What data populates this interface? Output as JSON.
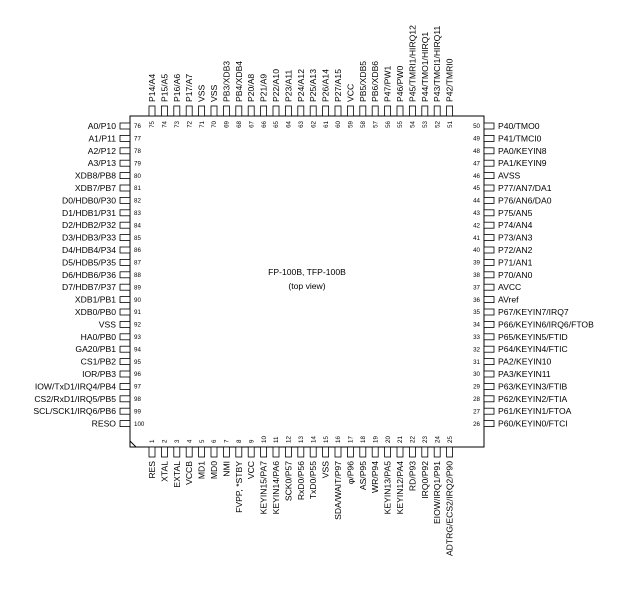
{
  "package": {
    "name": "FP-100B, TFP-100B",
    "view": "(top view)"
  },
  "pins_left": [
    {
      "num": "76",
      "label": "A0/P10"
    },
    {
      "num": "77",
      "label": "A1/P11"
    },
    {
      "num": "78",
      "label": "A2/P12"
    },
    {
      "num": "79",
      "label": "A3/P13"
    },
    {
      "num": "80",
      "label": "XDB8/PB8"
    },
    {
      "num": "81",
      "label": "XDB7/PB7"
    },
    {
      "num": "82",
      "label": "D0/HDB0/P30"
    },
    {
      "num": "83",
      "label": "D1/HDB1/P31"
    },
    {
      "num": "84",
      "label": "D2/HDB2/P32"
    },
    {
      "num": "85",
      "label": "D3/HDB3/P33"
    },
    {
      "num": "86",
      "label": "D4/HDB4/P34"
    },
    {
      "num": "87",
      "label": "D5/HDB5/P35"
    },
    {
      "num": "88",
      "label": "D6/HDB6/P36"
    },
    {
      "num": "89",
      "label": "D7/HDB7/P37"
    },
    {
      "num": "90",
      "label": "XDB1/PB1"
    },
    {
      "num": "91",
      "label": "XDB0/PB0"
    },
    {
      "num": "92",
      "label": "VSS"
    },
    {
      "num": "93",
      "label": "HA0/PB0"
    },
    {
      "num": "94",
      "label": "GA20/PB1"
    },
    {
      "num": "95",
      "label": "CS1/PB2"
    },
    {
      "num": "96",
      "label": "IOR/PB3"
    },
    {
      "num": "97",
      "label": "IOW/TxD1/IRQ4/PB4"
    },
    {
      "num": "98",
      "label": "CS2/RxD1/IRQ5/PB5"
    },
    {
      "num": "99",
      "label": "SCL/SCK1/IRQ6/PB6"
    },
    {
      "num": "100",
      "label": "RESO"
    }
  ],
  "pins_right": [
    {
      "num": "50",
      "label": "P40/TMO0"
    },
    {
      "num": "49",
      "label": "P41/TMCI0"
    },
    {
      "num": "48",
      "label": "PA0/KEYIN8"
    },
    {
      "num": "47",
      "label": "PA1/KEYIN9"
    },
    {
      "num": "46",
      "label": "AVSS"
    },
    {
      "num": "45",
      "label": "P77/AN7/DA1"
    },
    {
      "num": "44",
      "label": "P76/AN6/DA0"
    },
    {
      "num": "43",
      "label": "P75/AN5"
    },
    {
      "num": "42",
      "label": "P74/AN4"
    },
    {
      "num": "41",
      "label": "P73/AN3"
    },
    {
      "num": "40",
      "label": "P72/AN2"
    },
    {
      "num": "39",
      "label": "P71/AN1"
    },
    {
      "num": "38",
      "label": "P70/AN0"
    },
    {
      "num": "37",
      "label": "AVCC"
    },
    {
      "num": "36",
      "label": "AVref"
    },
    {
      "num": "35",
      "label": "P67/KEYIN7/IRQ7"
    },
    {
      "num": "34",
      "label": "P66/KEYIN6/IRQ6/FTOB"
    },
    {
      "num": "33",
      "label": "P65/KEYIN5/FTID"
    },
    {
      "num": "32",
      "label": "P64/KEYIN4/FTIC"
    },
    {
      "num": "31",
      "label": "PA2/KEYIN10"
    },
    {
      "num": "30",
      "label": "PA3/KEYIN11"
    },
    {
      "num": "29",
      "label": "P63/KEYIN3/FTIB"
    },
    {
      "num": "28",
      "label": "P62/KEYIN2/FTIA"
    },
    {
      "num": "27",
      "label": "P61/KEYIN1/FTOA"
    },
    {
      "num": "26",
      "label": "P60/KEYIN0/FTCI"
    }
  ],
  "pins_top": [
    {
      "num": "75",
      "label": "P14/A4"
    },
    {
      "num": "74",
      "label": "P15/A5"
    },
    {
      "num": "73",
      "label": "P16/A6"
    },
    {
      "num": "72",
      "label": "P17/A7"
    },
    {
      "num": "71",
      "label": "VSS"
    },
    {
      "num": "70",
      "label": "VSS"
    },
    {
      "num": "69",
      "label": "PB3/XDB3"
    },
    {
      "num": "68",
      "label": "PB4/XDB4"
    },
    {
      "num": "67",
      "label": "P20/A8"
    },
    {
      "num": "66",
      "label": "P21/A9"
    },
    {
      "num": "65",
      "label": "P22/A10"
    },
    {
      "num": "64",
      "label": "P23/A11"
    },
    {
      "num": "63",
      "label": "P24/A12"
    },
    {
      "num": "62",
      "label": "P25/A13"
    },
    {
      "num": "61",
      "label": "P26/A14"
    },
    {
      "num": "60",
      "label": "P27/A15"
    },
    {
      "num": "59",
      "label": "VCC"
    },
    {
      "num": "58",
      "label": "PB5/XDB5"
    },
    {
      "num": "57",
      "label": "PB6/XDB6"
    },
    {
      "num": "56",
      "label": "P47/PW1"
    },
    {
      "num": "55",
      "label": "P46/PW0"
    },
    {
      "num": "54",
      "label": "P45/TMRI1/HIRQ12"
    },
    {
      "num": "53",
      "label": "P44/TMO1/HIRQ1"
    },
    {
      "num": "52",
      "label": "P43/TMCI1/HIRQ11"
    },
    {
      "num": "51",
      "label": "P42/TMRI0"
    }
  ],
  "pins_bottom": [
    {
      "num": "1",
      "label": "RES"
    },
    {
      "num": "2",
      "label": "XTAL"
    },
    {
      "num": "3",
      "label": "EXTAL"
    },
    {
      "num": "4",
      "label": "VCCB"
    },
    {
      "num": "5",
      "label": "MD1"
    },
    {
      "num": "6",
      "label": "MD0"
    },
    {
      "num": "7",
      "label": "NMI"
    },
    {
      "num": "8",
      "label": "FVPP, *STBY"
    },
    {
      "num": "9",
      "label": "VCC"
    },
    {
      "num": "10",
      "label": "KEYIN15/PA7"
    },
    {
      "num": "11",
      "label": "KEYIN14/PA6"
    },
    {
      "num": "12",
      "label": "SCK0/P57"
    },
    {
      "num": "13",
      "label": "RxD0/P56"
    },
    {
      "num": "14",
      "label": "TxD0/P55"
    },
    {
      "num": "15",
      "label": "VSS"
    },
    {
      "num": "16",
      "label": "SDA/WAIT/P97"
    },
    {
      "num": "17",
      "label": "φ/P96"
    },
    {
      "num": "18",
      "label": "AS/P95"
    },
    {
      "num": "19",
      "label": "WR/P94"
    },
    {
      "num": "20",
      "label": "KEYIN13/PA5"
    },
    {
      "num": "21",
      "label": "KEYIN12/PA4"
    },
    {
      "num": "22",
      "label": "RD/P93"
    },
    {
      "num": "23",
      "label": "IRQ0/P92"
    },
    {
      "num": "24",
      "label": "EIOW/IRQ1/P91"
    },
    {
      "num": "25",
      "label": "ADTRG/ECS2/IRQ2/P90"
    }
  ]
}
